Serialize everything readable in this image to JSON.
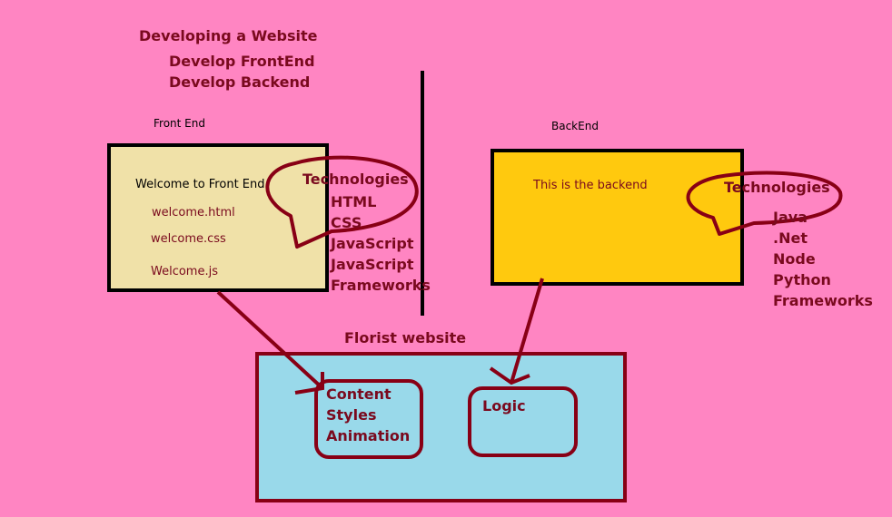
{
  "heading": {
    "title": "Developing a Website",
    "steps": [
      "Develop FrontEnd",
      "Develop Backend"
    ]
  },
  "frontend": {
    "caption": "Front End",
    "box_color": "#f0e1a8",
    "welcome": "Welcome to Front End",
    "files": [
      "welcome.html",
      "welcome.css",
      "Welcome.js"
    ],
    "tech_title": "Technologies",
    "tech_list": [
      "HTML",
      "CSS",
      "JavaScript",
      "JavaScript",
      "Frameworks"
    ]
  },
  "backend": {
    "caption": "BackEnd",
    "box_color": "#ffc90e",
    "text": "This is the backend",
    "tech_title": "Technologies",
    "tech_list": [
      "Java",
      ".Net",
      "Node",
      "Python",
      "Frameworks"
    ]
  },
  "florist": {
    "title": "Florist website",
    "box_color": "#99d9ea",
    "content_items": [
      "Content",
      "Styles",
      "Animation"
    ],
    "logic": "Logic"
  },
  "colors": {
    "background": "#ff85c2",
    "maroon": "#880015",
    "label_text": "#7a0a1e"
  }
}
